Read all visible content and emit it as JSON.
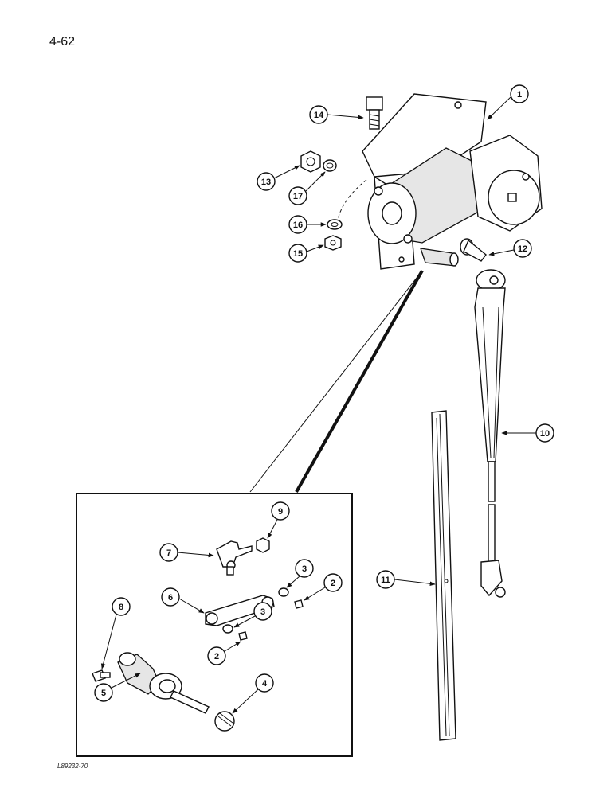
{
  "page": {
    "page_number": "4-62",
    "figure_code": "L89232-70"
  },
  "callouts": [
    {
      "id": "c1",
      "label": "1"
    },
    {
      "id": "c14",
      "label": "14"
    },
    {
      "id": "c13",
      "label": "13"
    },
    {
      "id": "c17",
      "label": "17"
    },
    {
      "id": "c16",
      "label": "16"
    },
    {
      "id": "c15",
      "label": "15"
    },
    {
      "id": "c12",
      "label": "12"
    },
    {
      "id": "c10",
      "label": "10"
    },
    {
      "id": "c11",
      "label": "11"
    },
    {
      "id": "c9",
      "label": "9"
    },
    {
      "id": "c7",
      "label": "7"
    },
    {
      "id": "c3a",
      "label": "3"
    },
    {
      "id": "c2a",
      "label": "2"
    },
    {
      "id": "c6",
      "label": "6"
    },
    {
      "id": "c3b",
      "label": "3"
    },
    {
      "id": "c8",
      "label": "8"
    },
    {
      "id": "c2b",
      "label": "2"
    },
    {
      "id": "c4",
      "label": "4"
    },
    {
      "id": "c5",
      "label": "5"
    }
  ]
}
